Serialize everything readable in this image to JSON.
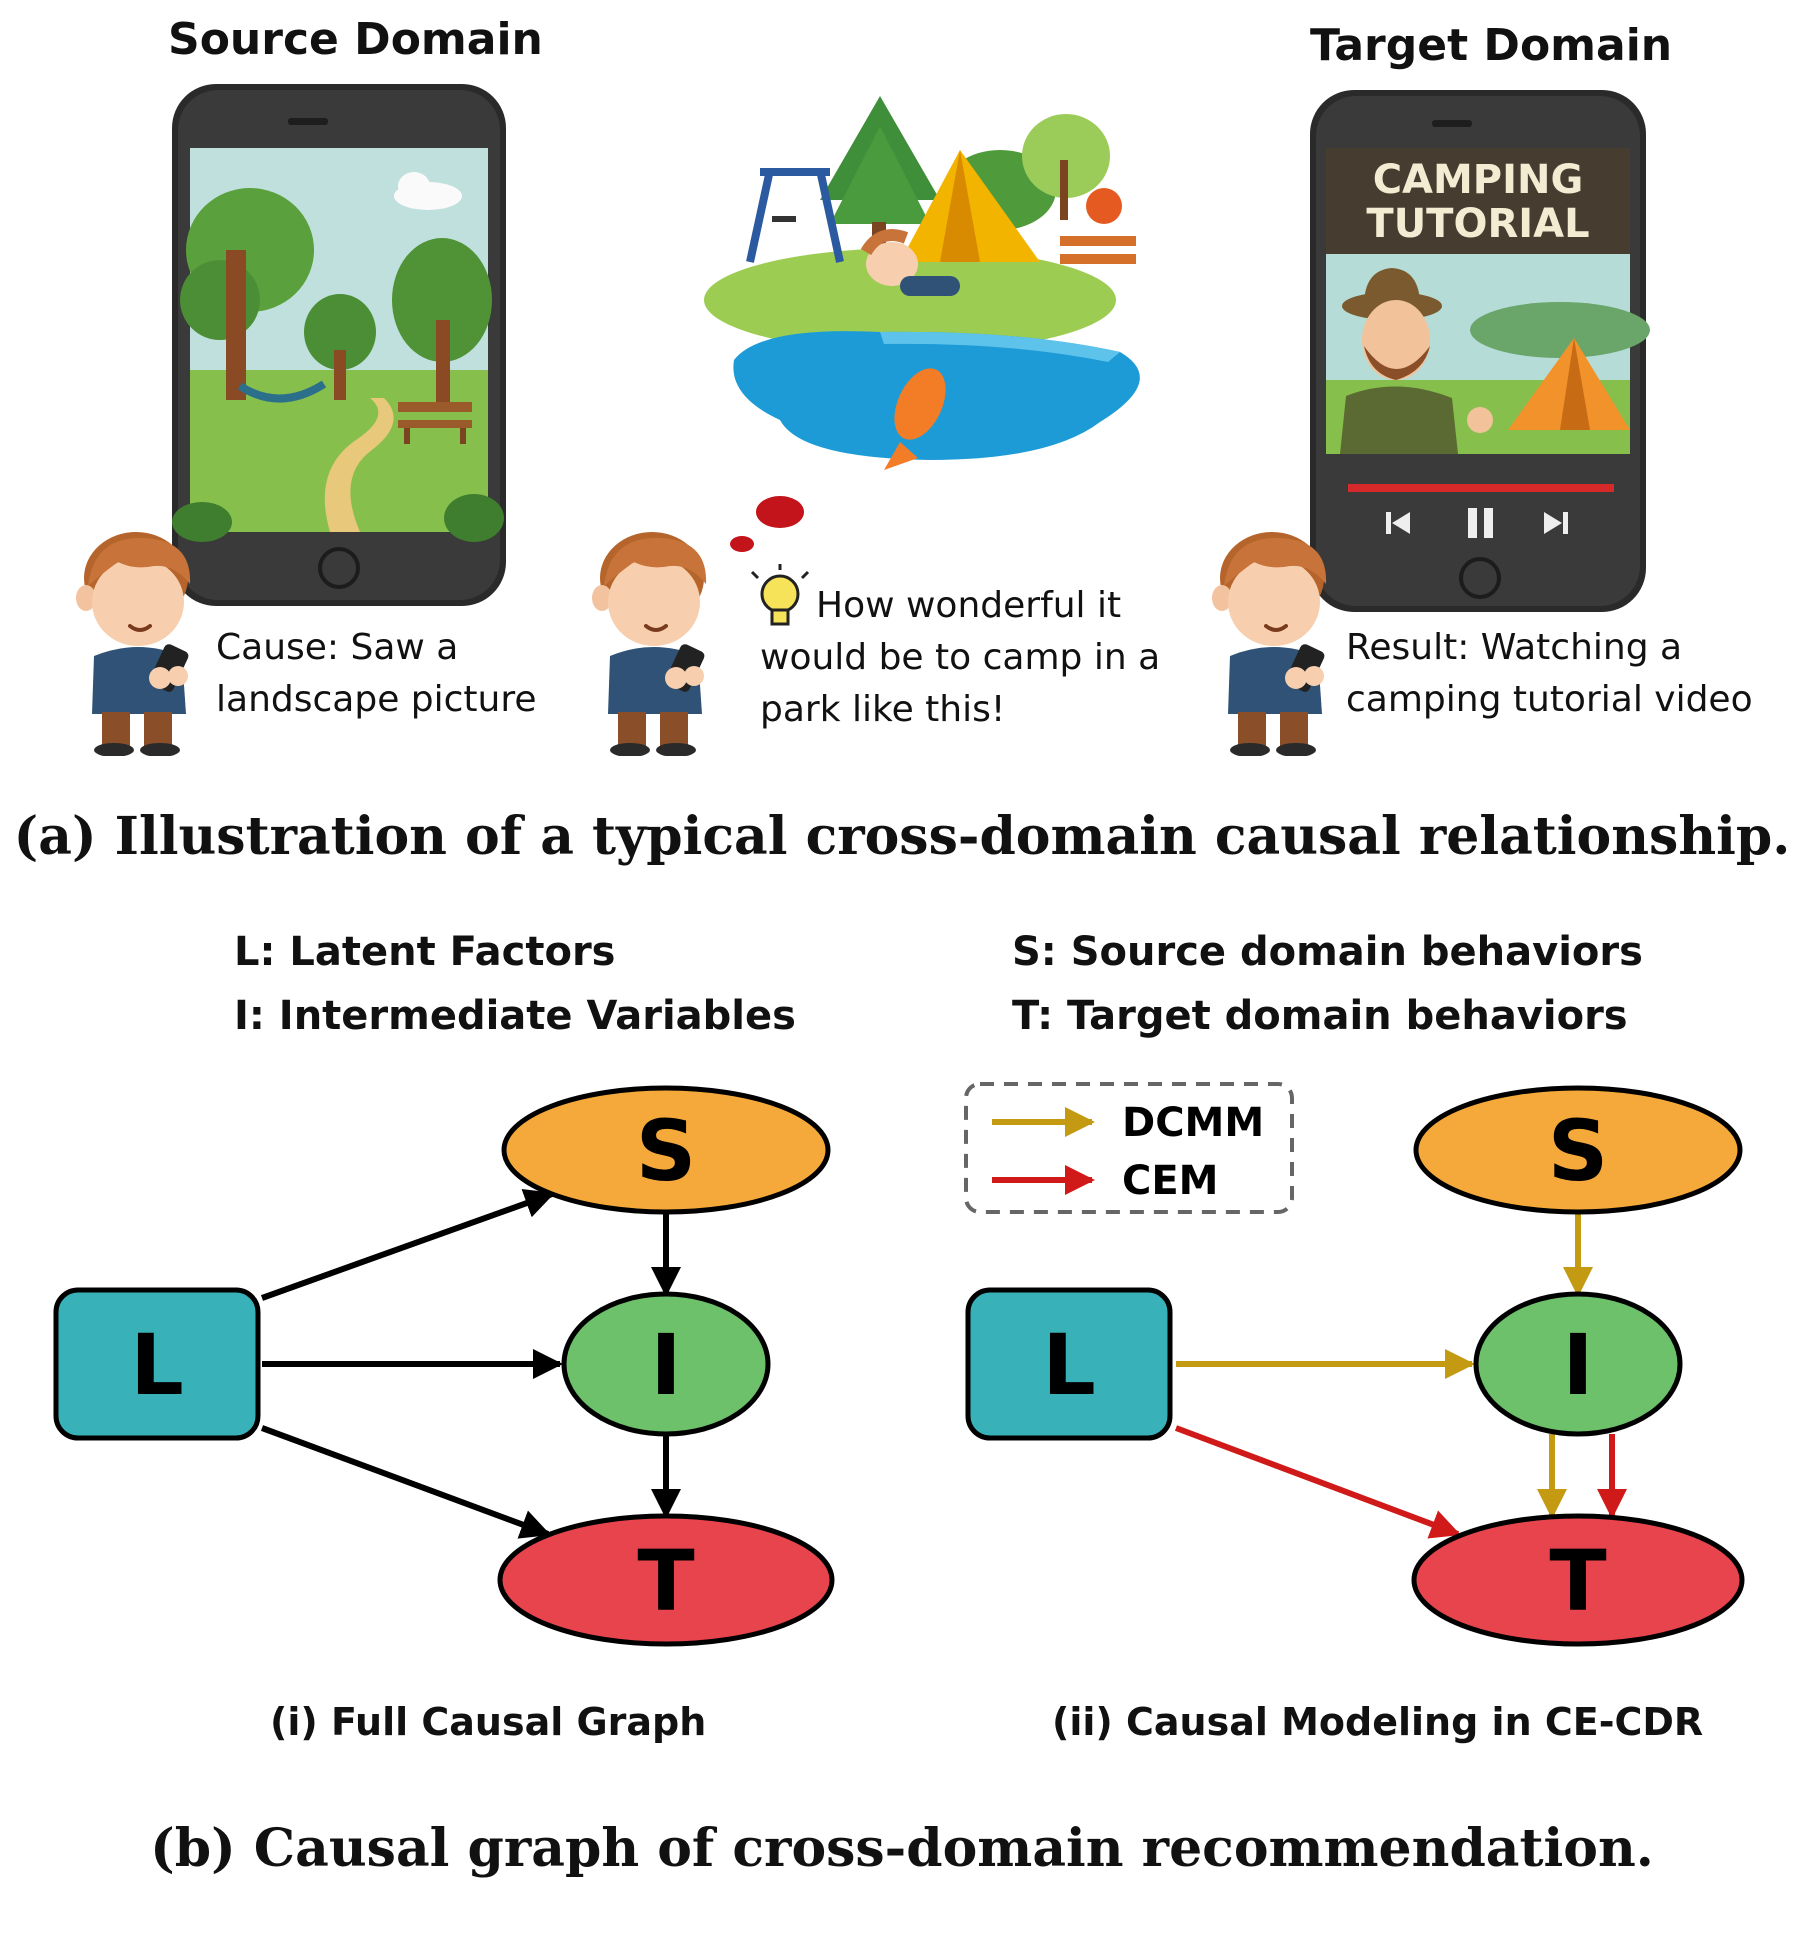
{
  "panel_a": {
    "source_title": "Source Domain",
    "target_title": "Target Domain",
    "cause_line1": "Cause: Saw a",
    "cause_line2": "landscape picture",
    "thought_line1": "How wonderful it",
    "thought_line2": "would be to camp in a",
    "thought_line3": "park like this!",
    "result_line1": "Result: Watching a",
    "result_line2": "camping tutorial video",
    "tutorial_line1": "CAMPING",
    "tutorial_line2": "TUTORIAL",
    "caption": "(a) Illustration of a typical cross-domain causal relationship."
  },
  "panel_b": {
    "legend_L": "L: Latent Factors",
    "legend_I": "I: Intermediate Variables",
    "legend_S": "S: Source domain behaviors",
    "legend_T": "T: Target domain behaviors",
    "arrow_legend": [
      {
        "label": "DCMM",
        "color": "#c49a12"
      },
      {
        "label": "CEM",
        "color": "#d01a1a"
      }
    ],
    "graph_full": {
      "nodes": {
        "S": "S",
        "I": "I",
        "T": "T",
        "L": "L"
      },
      "edges": [
        [
          "L",
          "S"
        ],
        [
          "L",
          "I"
        ],
        [
          "L",
          "T"
        ],
        [
          "S",
          "I"
        ],
        [
          "I",
          "T"
        ]
      ],
      "caption": "(i) Full Causal Graph"
    },
    "graph_cecdr": {
      "nodes": {
        "S": "S",
        "I": "I",
        "T": "T",
        "L": "L"
      },
      "edges": [
        {
          "from": "S",
          "to": "I",
          "type": "DCMM"
        },
        {
          "from": "L",
          "to": "I",
          "type": "DCMM"
        },
        {
          "from": "I",
          "to": "T",
          "type": "DCMM"
        },
        {
          "from": "I",
          "to": "T",
          "type": "CEM"
        },
        {
          "from": "L",
          "to": "T",
          "type": "CEM"
        }
      ],
      "caption": "(ii) Causal Modeling in CE-CDR"
    },
    "caption": "(b) Causal graph of cross-domain recommendation."
  },
  "colors": {
    "S": "#f5a93a",
    "I": "#6cc16a",
    "T": "#e8444d",
    "L": "#38b2b8",
    "DCMM": "#c49a12",
    "CEM": "#d01a1a"
  }
}
